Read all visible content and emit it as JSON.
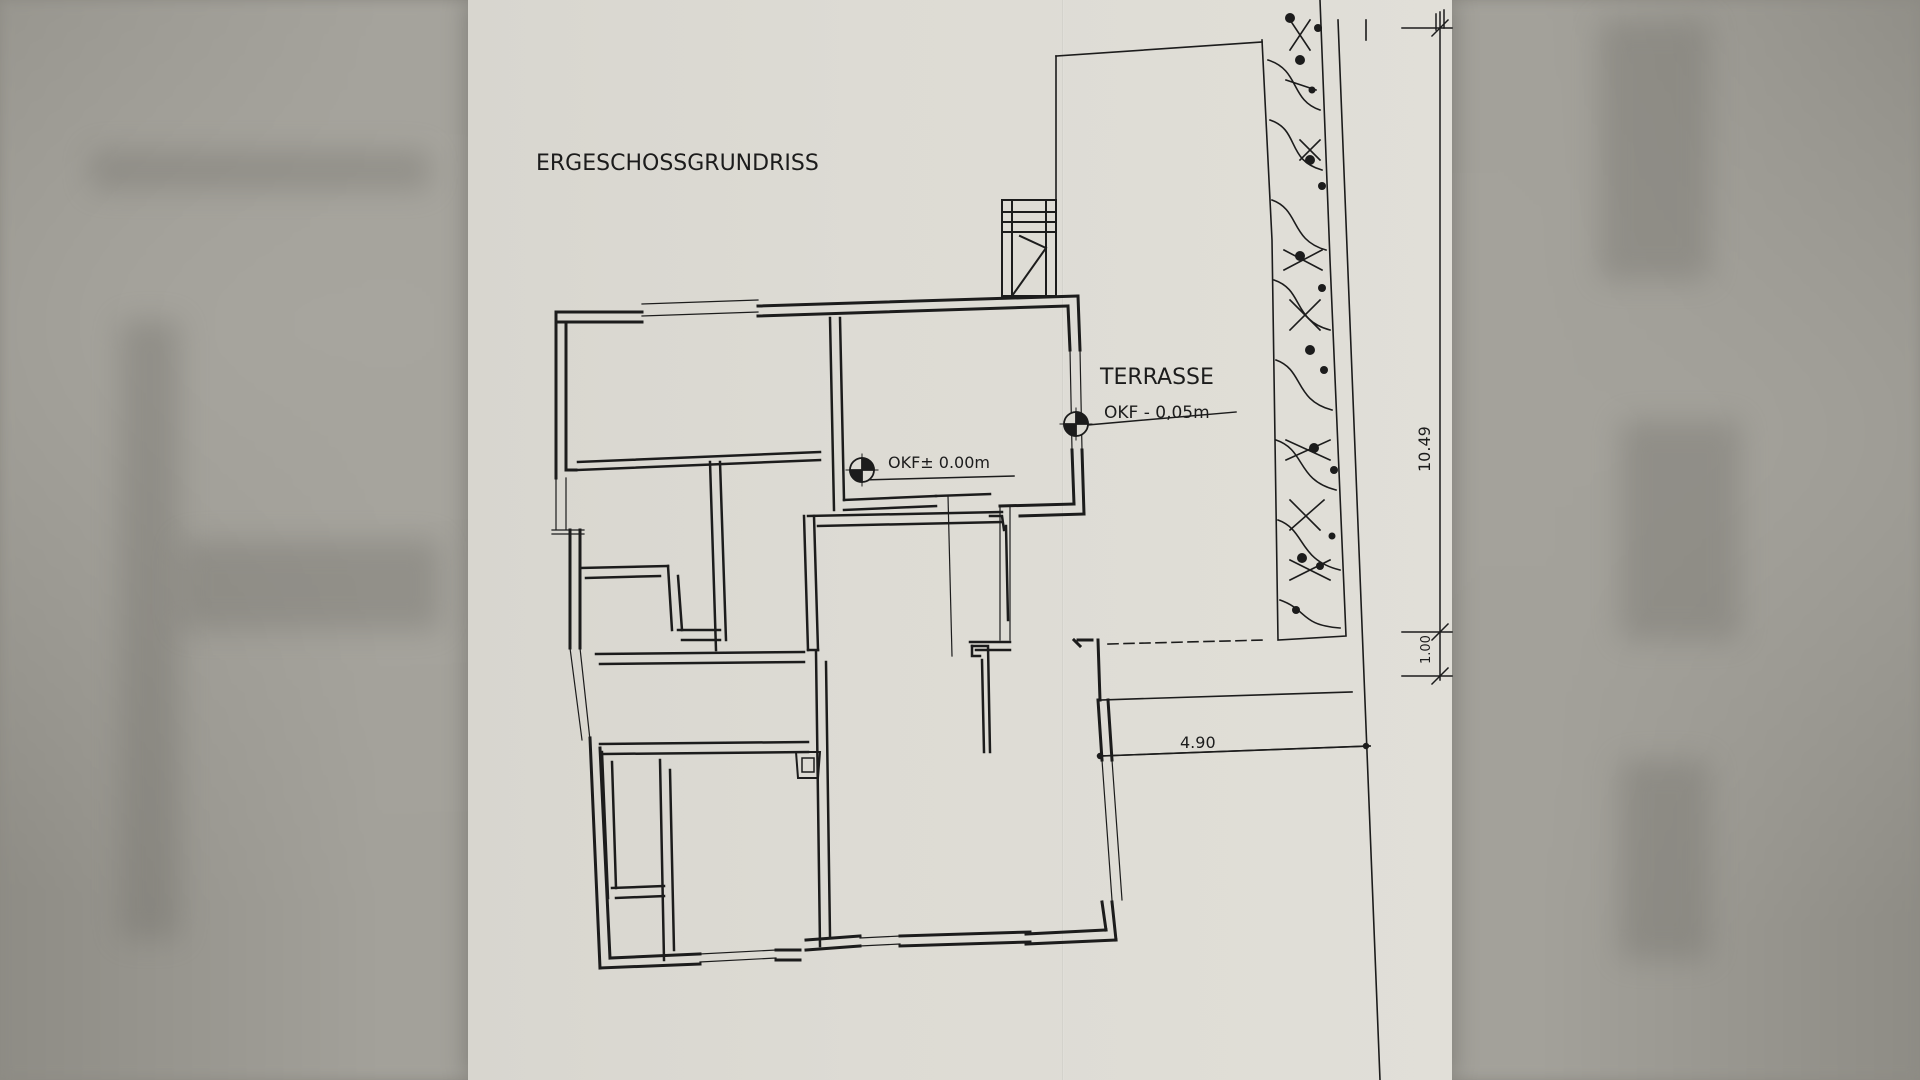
{
  "plan": {
    "title": "ERGESCHOSSGRUNDRISS",
    "terrace_label": "TERRASSE",
    "terrace_level": "OKF - 0,05m",
    "interior_level": "OKF± 0.00m",
    "dimension_width": "4.90",
    "dimension_length": "10.49",
    "dimension_step": "1.00"
  },
  "colors": {
    "ink": "#1c1c1c",
    "paper": "#dddbd4",
    "background": "#8d8b84"
  },
  "icons": {
    "level_marker": "level-marker-icon",
    "stairs": "stairs-icon",
    "planting": "hedge-planting-icon"
  }
}
